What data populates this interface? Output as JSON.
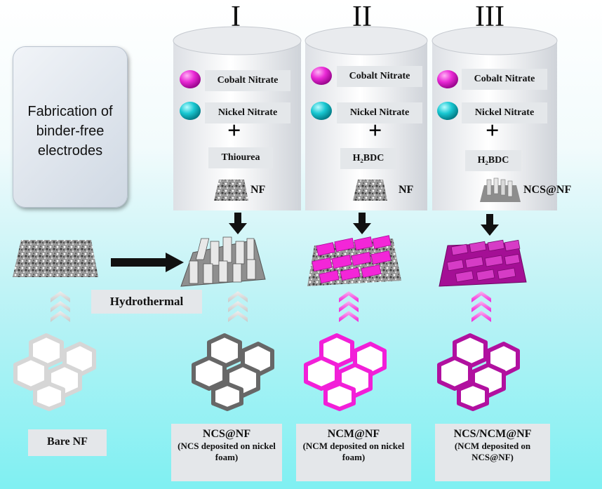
{
  "columns": [
    {
      "roman": "I",
      "reagents": [
        "Cobalt Nitrate",
        "Nickel Nitrate"
      ],
      "plus": "+",
      "third": "Thiourea",
      "substrate": "NF"
    },
    {
      "roman": "II",
      "reagents": [
        "Cobalt Nitrate",
        "Nickel Nitrate"
      ],
      "plus": "+",
      "third": "H₂BDC",
      "substrate": "NF"
    },
    {
      "roman": "III",
      "reagents": [
        "Cobalt Nitrate",
        "Nickel Nitrate"
      ],
      "plus": "+",
      "third": "H₂BDC",
      "substrate": "NCS@NF"
    }
  ],
  "fabrication_label": "Fabrication of binder-free electrodes",
  "hydrothermal_label": "Hydrothermal",
  "captions": [
    {
      "title": "Bare NF",
      "sub": ""
    },
    {
      "title": "NCS@NF",
      "sub": "(NCS deposited on nickel foam)"
    },
    {
      "title": "NCM@NF",
      "sub": "(NCM deposited on nickel foam)"
    },
    {
      "title": "NCS/NCM@NF",
      "sub": "(NCM deposited on NCS@NF)"
    }
  ],
  "colors": {
    "cobalt": "#e01ad0",
    "nickel": "#16c6d0",
    "grey_foam": "#7a7a7a",
    "ncm": "#f01ed8",
    "ncsncm": "#b1109f"
  }
}
